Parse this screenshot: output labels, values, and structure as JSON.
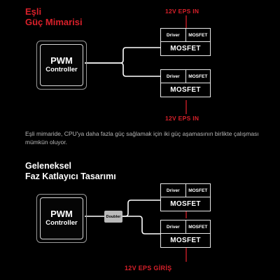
{
  "section1": {
    "title_line1": "Eşli",
    "title_line2": "Güç Mimarisi",
    "eps_top": "12V EPS IN",
    "eps_bottom": "12V EPS IN",
    "chip": {
      "name": "PWM",
      "sub": "Controller"
    },
    "modules": [
      {
        "driver": "Driver",
        "mosfet_small": "MOSFET",
        "mosfet": "MOSFET"
      },
      {
        "driver": "Driver",
        "mosfet_small": "MOSFET",
        "mosfet": "MOSFET"
      }
    ],
    "caption": "Eşli mimaride, CPU'ya daha fazla güç sağlamak için iki güç aşamasının birlikte çalışması mümkün oluyor."
  },
  "section2": {
    "title_line1": "Geleneksel",
    "title_line2": "Faz Katlayıcı Tasarımı",
    "eps_bottom": "12V EPS GİRİŞ",
    "chip": {
      "name": "PWM",
      "sub": "Controller"
    },
    "doubler": "Doubler",
    "modules": [
      {
        "driver": "Driver",
        "mosfet_small": "MOSFET",
        "mosfet": "MOSFET"
      },
      {
        "driver": "Driver",
        "mosfet_small": "MOSFET",
        "mosfet": "MOSFET"
      }
    ]
  },
  "colors": {
    "accent_red": "#d8202a",
    "line": "#ffffff"
  }
}
